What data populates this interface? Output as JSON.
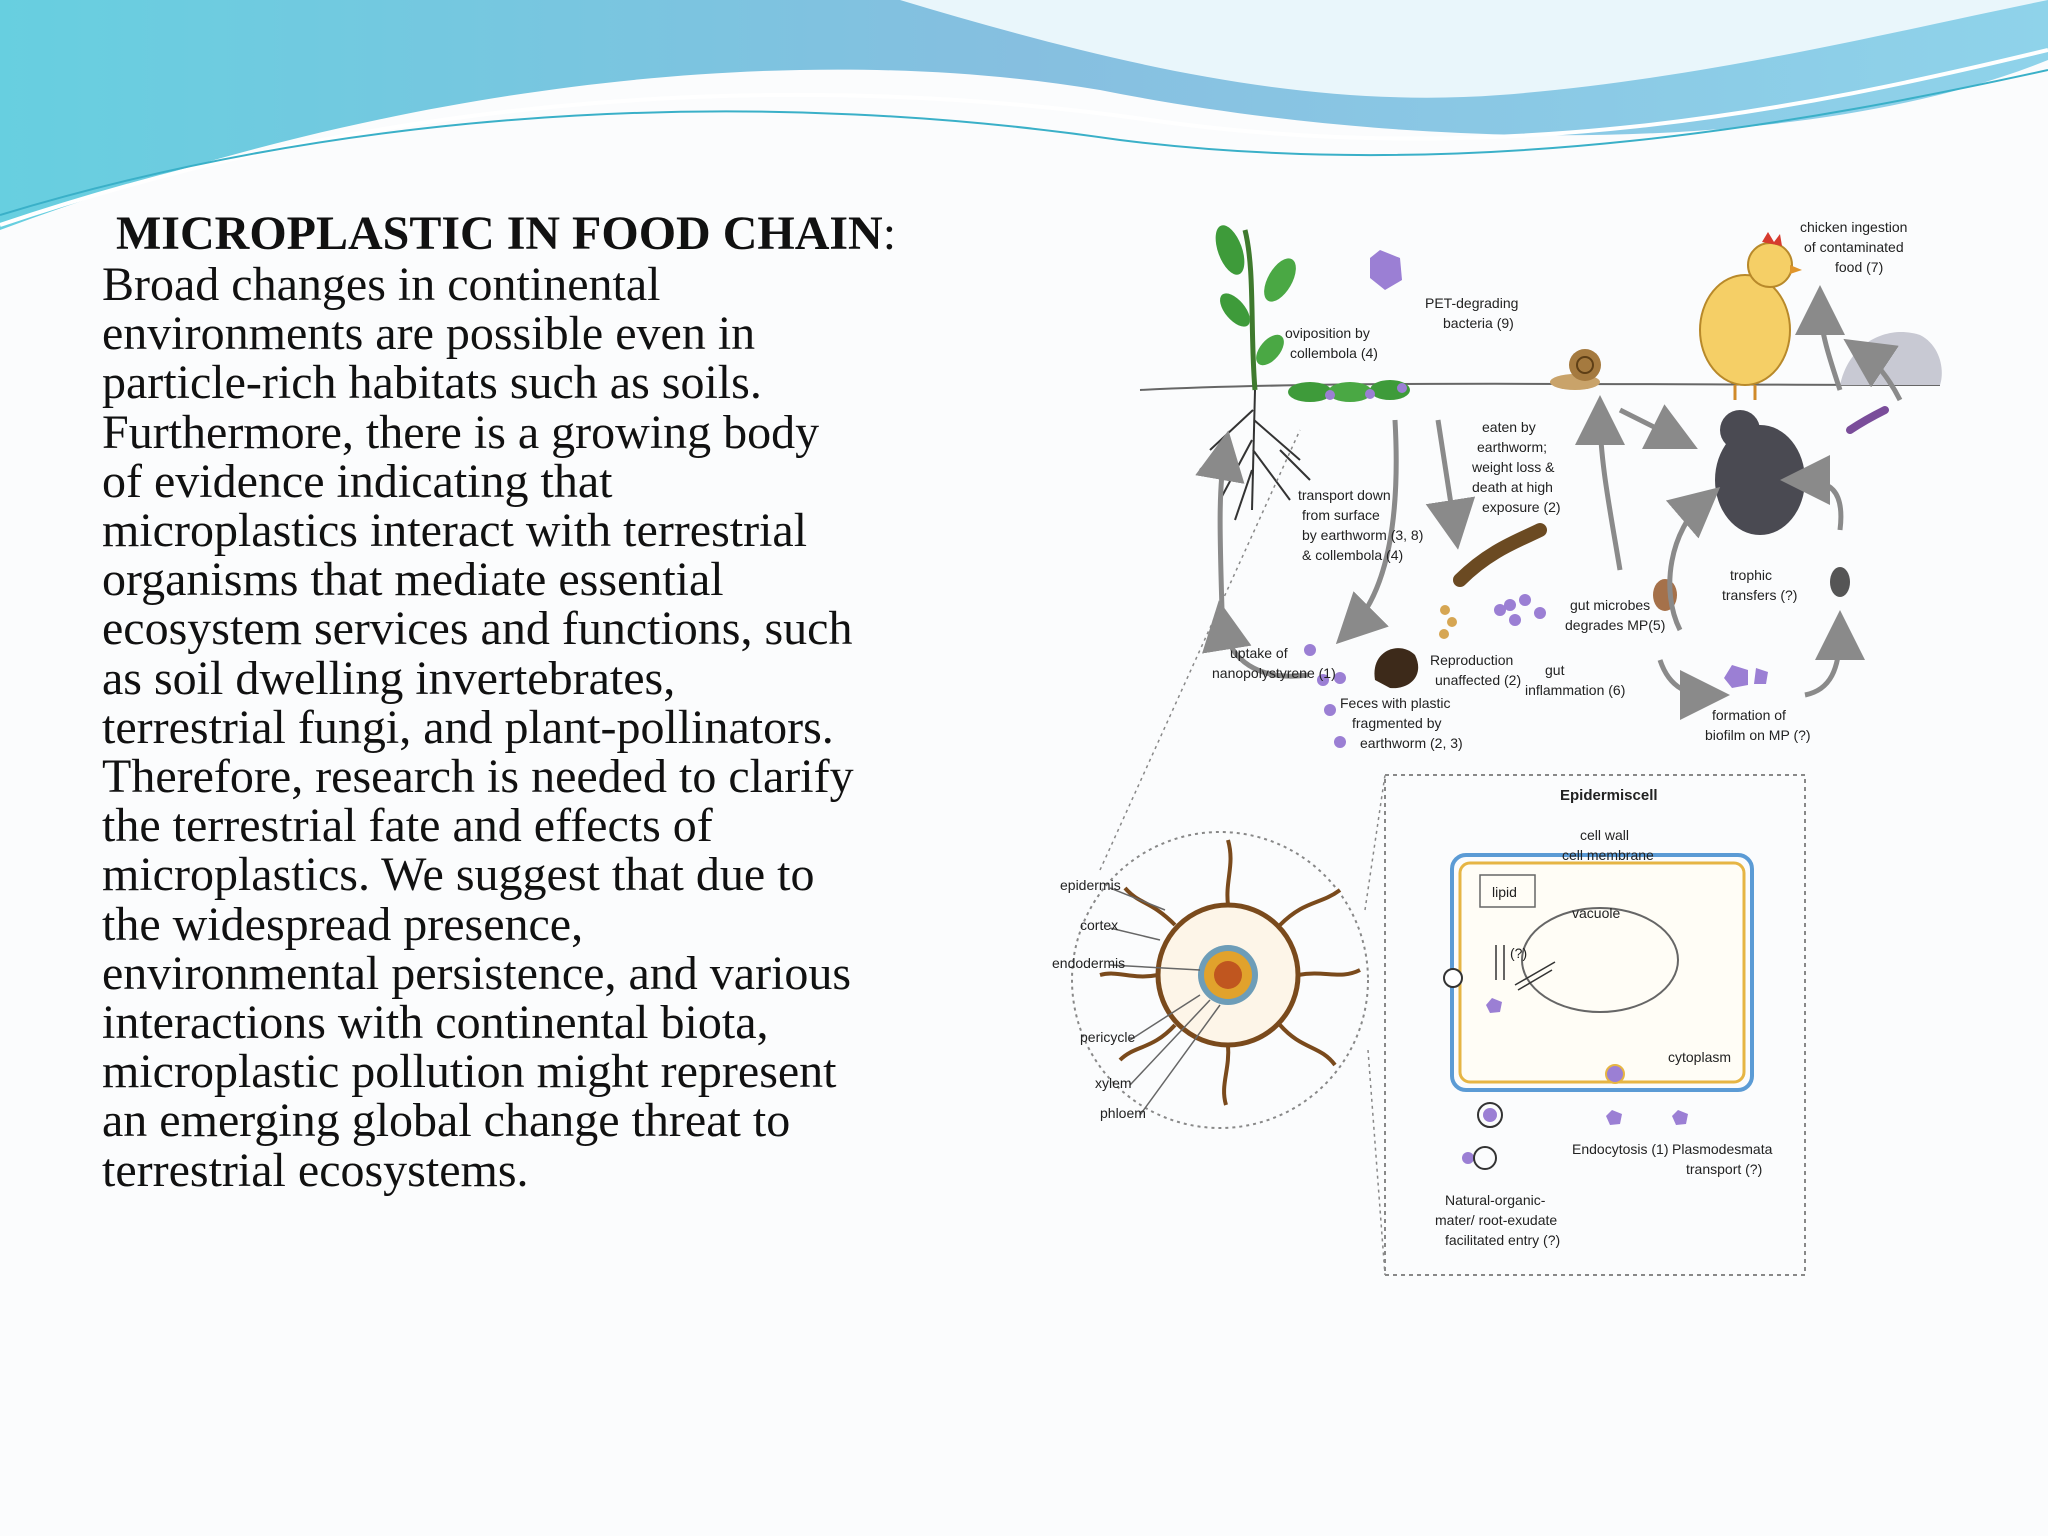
{
  "slide": {
    "title": "MICROPLASTIC IN FOOD CHAIN",
    "title_suffix": ":",
    "body": " Broad changes in continental\nenvironments are possible even in\nparticle-rich habitats such as soils.\nFurthermore, there is a growing body\nof evidence indicating that\nmicroplastics interact with terrestrial\norganisms that mediate essential\necosystem services and functions, such\nas soil dwelling invertebrates,\nterrestrial fungi, and plant-pollinators.\nTherefore, research is needed to clarify\nthe terrestrial fate and effects of\nmicroplastics. We suggest that due to\nthe widespread presence,\nenvironmental persistence, and various\ninteractions with continental biota,\nmicroplastic pollution might represent\nan emerging global change threat to\nterrestrial ecosystems."
  },
  "figure": {
    "labels": {
      "chicken1": "chicken ingestion",
      "chicken2": "of contaminated",
      "chicken3": "food (7)",
      "pet1": "PET-degrading",
      "pet2": "bacteria (9)",
      "ovi1": "oviposition by",
      "ovi2": "collembola (4)",
      "eaten1": "eaten by",
      "eaten2": "earthworm;",
      "eaten3": "weight loss &",
      "eaten4": "death at high",
      "eaten5": "exposure (2)",
      "transport1": "transport down",
      "transport2": "from surface",
      "transport3": "by earthworm (3, 8)",
      "transport4": "& collembola (4)",
      "trophic1": "trophic",
      "trophic2": "transfers (?)",
      "gutmic1": "gut microbes",
      "gutmic2": "degrades MP(5)",
      "uptake1": "uptake of",
      "uptake2": "nanopolystyrene (1)",
      "repro1": "Reproduction",
      "repro2": "unaffected (2)",
      "gutinf1": "gut",
      "gutinf2": "inflammation (6)",
      "feces1": "Feces with plastic",
      "feces2": "fragmented by",
      "feces3": "earthworm (2, 3)",
      "biofilm1": "formation of",
      "biofilm2": "biofilm on MP (?)",
      "epidermiscell": "Epidermiscell",
      "cellwall": "cell wall",
      "cellmembrane": "cell membrane",
      "lipid": "lipid",
      "vacuole": "vacuole",
      "q": "(?)",
      "cytoplasm": "cytoplasm",
      "endo": "Endocytosis (1)",
      "plasmo1": "Plasmodesmata",
      "plasmo2": "transport (?)",
      "natural1": "Natural-organic-",
      "natural2": "mater/ root-exudate",
      "natural3": "facilitated entry (?)",
      "epidermis": "epidermis",
      "cortex": "cortex",
      "endodermis": "endodermis",
      "pericycle": "pericycle",
      "xylem": "xylem",
      "phloem": "phloem"
    },
    "colors": {
      "plastic": "#9b7fd4",
      "arrow": "#8a8a8a",
      "root": "#7a4a1c",
      "cell_wall": "#5b9bd5",
      "membrane": "#e6b544"
    }
  }
}
